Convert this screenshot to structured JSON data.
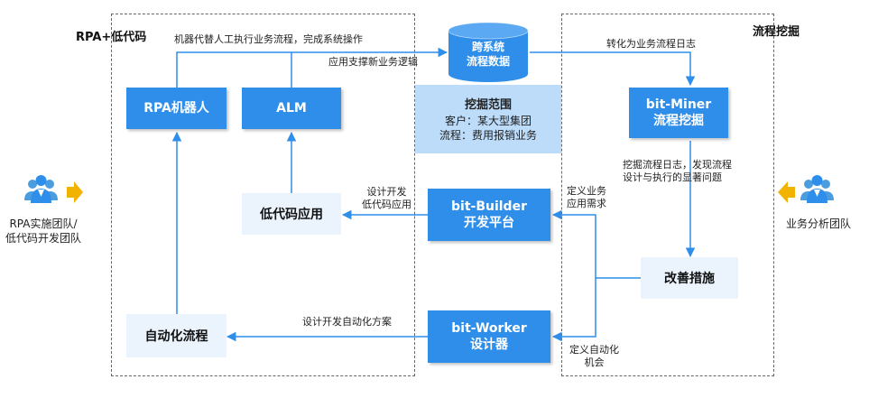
{
  "regions": {
    "left_title": "RPA+低代码",
    "right_title": "流程挖掘"
  },
  "nodes": {
    "rpa_robot": "RPA机器人",
    "alm": "ALM",
    "lowcode_app": "低代码应用",
    "auto_flow": "自动化流程",
    "flow_data_line1": "跨系统",
    "flow_data_line2": "流程数据",
    "builder_line1": "bit-Builder",
    "builder_line2": "开发平台",
    "worker_line1": "bit-Worker",
    "worker_line2": "设计器",
    "miner_line1": "bit-Miner",
    "miner_line2": "流程挖掘",
    "improve": "改善措施"
  },
  "scope": {
    "title": "挖掘范围",
    "customer": "客户：某大型集团",
    "process": "流程：费用报销业务"
  },
  "labels": {
    "top_flow": "机器代替人工执行业务流程，完成系统操作",
    "app_support": "应用支撑新业务逻辑",
    "to_log": "转化为业务流程日志",
    "mine_line1": "挖掘流程日志，发现流程",
    "mine_line2": "设计与执行的显著问题",
    "design_dev_line1": "设计开发",
    "design_dev_line2": "低代码应用",
    "define_req_line1": "定义业务",
    "define_req_line2": "应用需求",
    "design_auto": "设计开发自动化方案",
    "define_auto_line1": "定义自动化",
    "define_auto_line2": "机会"
  },
  "teams": {
    "left_line1": "RPA实施团队/",
    "left_line2": "低代码开发团队",
    "right": "业务分析团队"
  },
  "icons": {
    "left_team": "team-people-icon",
    "right_team": "team-people-icon",
    "database": "database-cylinder-icon"
  },
  "colors": {
    "primary_blue": "#2f8eea",
    "light_box": "#ebf4fd",
    "scope_box": "#bcdcfa",
    "arrow_yellow": "#f2b300",
    "people_blue": "#4a9ee0"
  }
}
